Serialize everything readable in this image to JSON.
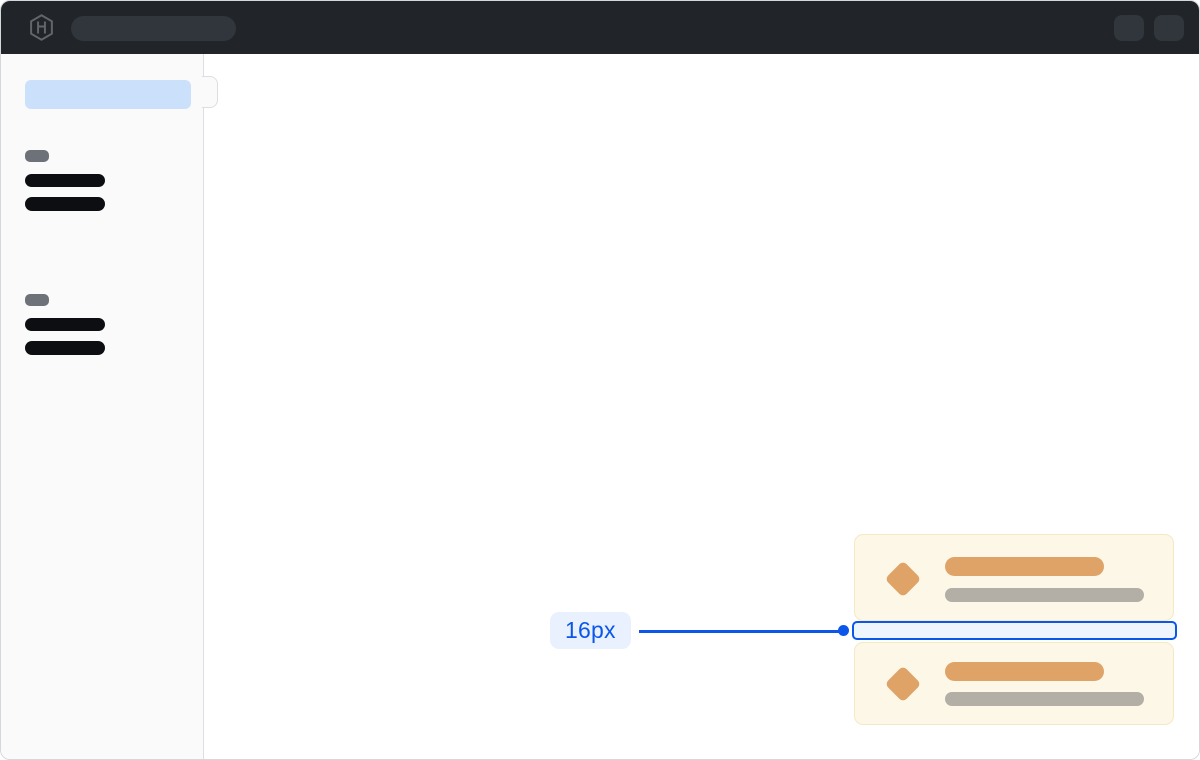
{
  "colors": {
    "frame-border": "#d5d7db",
    "topbar-bg": "#212529",
    "topbar-skeleton": "#31363c",
    "logo-gray": "#61666d",
    "sidebar-bg": "#fafafa",
    "sidebar-border": "#dcdee3",
    "active-blue": "#cbe0fb",
    "skeleton-dark": "#0c0e12",
    "skeleton-gray": "#6d7178",
    "main-bg": "#ffffff",
    "card-bg": "#fdf7e7",
    "card-border": "#f6e8c5",
    "card-orange": "#dfa368",
    "card-gray": "#b3aea6",
    "accent-blue": "#0c56e9",
    "annotation-pill-bg": "#e8f1fd",
    "gap-fill": "#eef5fd"
  },
  "topbar": {
    "logo_icon": "hashicorp-logo-icon",
    "search_skeleton": true,
    "action_skeleton_count": 2
  },
  "sidebar": {
    "active_item_skeleton": true,
    "groups": [
      {
        "title_skeleton": true,
        "item_skeleton_count": 2
      },
      {
        "title_skeleton": true,
        "item_skeleton_count": 2
      }
    ]
  },
  "main": {
    "cards": {
      "count": 2,
      "elements_per_card": [
        "diamond-icon",
        "title-skeleton",
        "subtitle-skeleton"
      ]
    },
    "annotation": {
      "label": "16px",
      "meaning": "vertical gap between stacked cards"
    }
  }
}
